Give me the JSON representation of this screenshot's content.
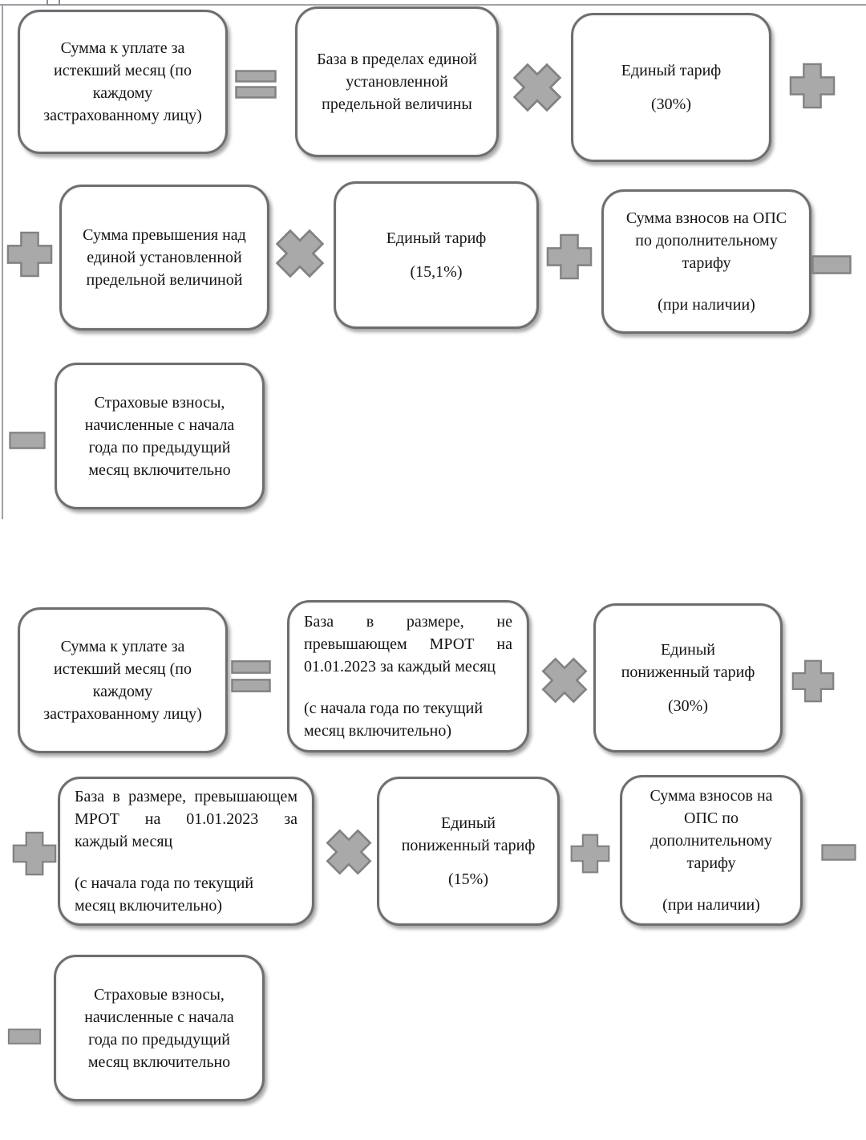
{
  "colors": {
    "box_border": "#6e6e6e",
    "operator_fill": "#a9a9a9",
    "operator_border": "#828282",
    "text": "#141414",
    "frame_line": "#9da1a8"
  },
  "operators": {
    "equals": "=",
    "multiply": "×",
    "plus": "+",
    "minus": "−"
  },
  "diagram1": {
    "sum_due": "Сумма к уплате за\nистекший месяц (по\nкаждому\nзастрахованному лицу)",
    "base_within_limit": "База в пределах единой\nустановленной\nпредельной величины",
    "unified_tariff": {
      "title": "Единый тариф",
      "rate": "(30%)"
    },
    "excess_over_limit": "Сумма превышения над\nединой установленной\nпредельной величиной",
    "unified_tariff_excess": {
      "title": "Единый тариф",
      "rate": "(15,1%)"
    },
    "ops_additional": {
      "title": "Сумма взносов на ОПС\nпо дополнительному\nтарифу",
      "note": "(при наличии)"
    },
    "accrued_prior": "Страховые взносы,\nначисленные с начала\nгода по предыдущий\nмесяц включительно"
  },
  "diagram2": {
    "sum_due": "Сумма к уплате за\nистекший месяц (по\nкаждому\nзастрахованному лицу)",
    "base_within_mrot": {
      "lines": [
        "База в размере, не",
        "превышающем МРОТ на",
        "01.01.2023 за каждый месяц"
      ],
      "note": "(с начала года по текущий\nмесяц включительно)"
    },
    "reduced_tariff": {
      "title": "Единый\nпониженный тариф",
      "rate": "(30%)"
    },
    "base_above_mrot": {
      "lines": [
        "База в размере, превышающем",
        "МРОТ на 01.01.2023 за",
        "каждый месяц"
      ],
      "note": "(с начала года по текущий\nмесяц включительно)"
    },
    "reduced_tariff_excess": {
      "title": "Единый\nпониженный тариф",
      "rate": "(15%)"
    },
    "ops_additional": {
      "title": "Сумма взносов на\nОПС по\nдополнительному\nтарифу",
      "note": "(при наличии)"
    },
    "accrued_prior": "Страховые взносы,\nначисленные с начала\nгода по предыдущий\nмесяц включительно"
  }
}
